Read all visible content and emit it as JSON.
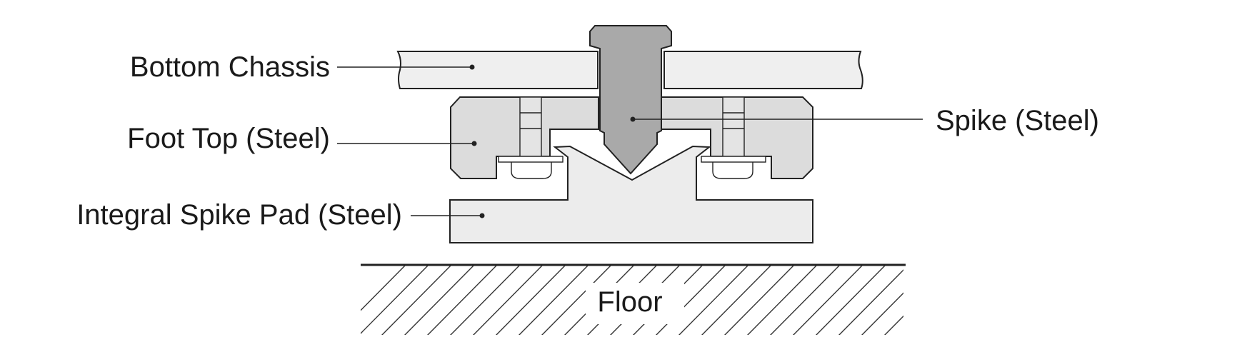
{
  "diagram": {
    "labels": {
      "bottom_chassis": "Bottom Chassis",
      "foot_top": "Foot Top (Steel)",
      "spike_pad": "Integral Spike Pad (Steel)",
      "spike": "Spike (Steel)",
      "floor": "Floor"
    },
    "colors": {
      "chassis_fill": "#efefef",
      "foot_top_fill": "#dcdcdc",
      "spike_fill": "#a9a9a9",
      "pad_fill": "#ececec",
      "outline": "#222222"
    }
  }
}
